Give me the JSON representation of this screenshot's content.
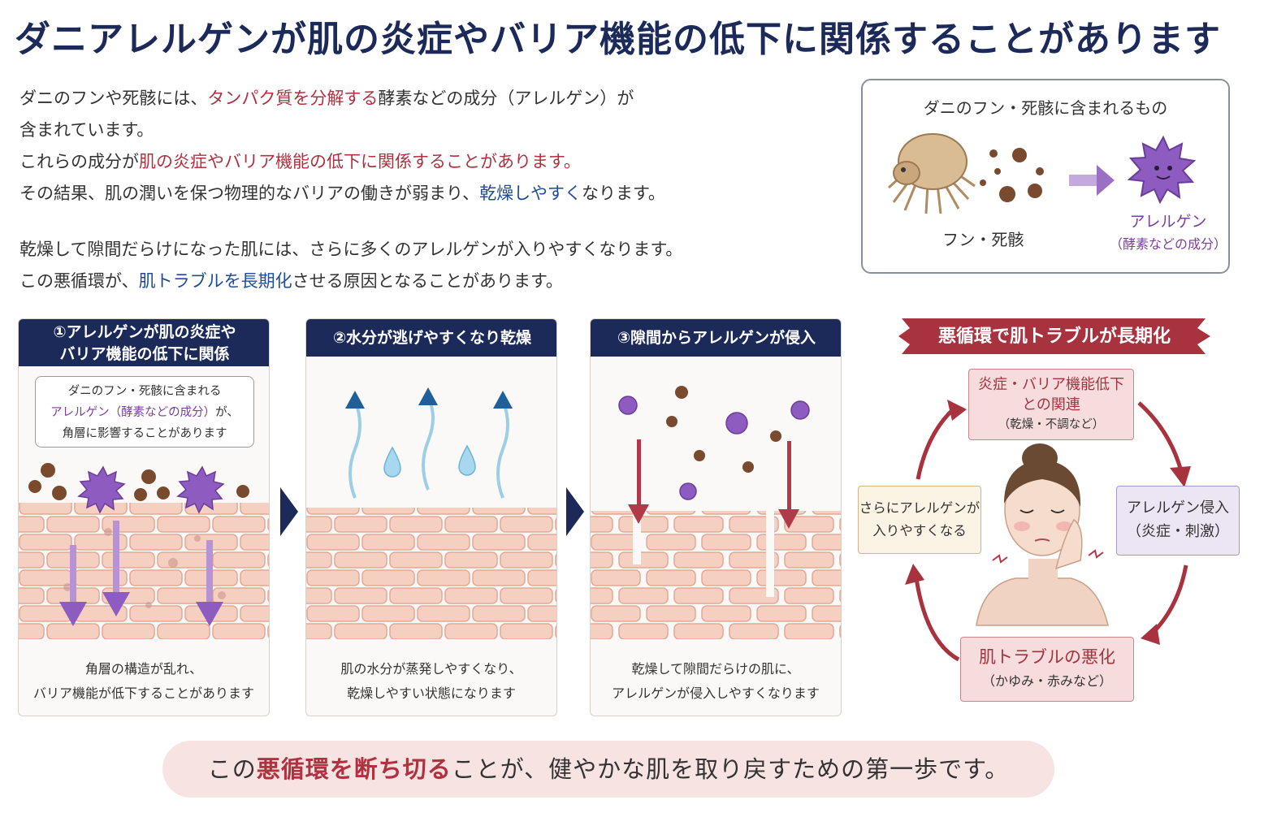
{
  "title": "ダニアレルゲンが肌の炎症やバリア機能の低下に関係することがあります",
  "intro": {
    "l1_a": "ダニのフンや死骸には、",
    "l1_b": "タンパク質を分解する",
    "l1_c": "酵素などの成分（アレルゲン）が",
    "l2": "含まれています。",
    "l3_a": "これらの成分が",
    "l3_b": "肌の炎症やバリア機能の低下に関係することがあります。",
    "l4_a": "その結果、肌の潤いを保つ物理的なバリアの働きが弱まり、",
    "l4_b": "乾燥しやすく",
    "l4_c": "なります。",
    "l5": "乾燥して隙間だらけになった肌には、さらに多くのアレルゲンが入りやすくなります。",
    "l6_a": "この悪循環が、",
    "l6_b": "肌トラブルを長期化",
    "l6_c": "させる原因となることがあります。"
  },
  "mite_box": {
    "title": "ダニのフン・死骸に含まれるもの",
    "fun_label": "フン・死骸",
    "allergen_label": "アレルゲン",
    "allergen_sub": "（酵素などの成分）"
  },
  "panels": [
    {
      "head_l1": "①アレルゲンが肌の炎症や",
      "head_l2": "バリア機能の低下に関係",
      "callout_l1": "ダニのフン・死骸に含まれる",
      "callout_l2a": "アレルゲン（酵素などの成分）",
      "callout_l2b": "が、",
      "callout_l3": "角層に影響することがあります",
      "caption_l1": "角層の構造が乱れ、",
      "caption_l2": "バリア機能が低下することがあります"
    },
    {
      "head": "②水分が逃げやすくなり乾燥",
      "caption_l1": "肌の水分が蒸発しやすくなり、",
      "caption_l2": "乾燥しやすい状態になります"
    },
    {
      "head": "③隙間からアレルゲンが侵入",
      "caption_l1": "乾燥して隙間だらけの肌に、",
      "caption_l2": "アレルゲンが侵入しやすくなります"
    }
  ],
  "cycle": {
    "banner": "悪循環で肌トラブルが長期化",
    "top_l1": "炎症・バリア機能低下",
    "top_l2": "との関連",
    "top_sub": "（乾燥・不調など）",
    "right_l1": "アレルゲン侵入",
    "right_l2": "（炎症・刺激）",
    "bottom_l1": "肌トラブルの悪化",
    "bottom_sub": "（かゆみ・赤みなど）",
    "left_l1": "さらにアレルゲンが",
    "left_l2": "入りやすくなる"
  },
  "footer": {
    "a": "この",
    "b": "悪循環を断ち切る",
    "c": "ことが、健やかな肌を取り戻すための第一歩です。"
  },
  "colors": {
    "navy": "#1c2a5a",
    "red": "#b0313f",
    "blue": "#1f4b9a",
    "purple": "#7b3f9e",
    "skin": "#f3c9b8"
  }
}
